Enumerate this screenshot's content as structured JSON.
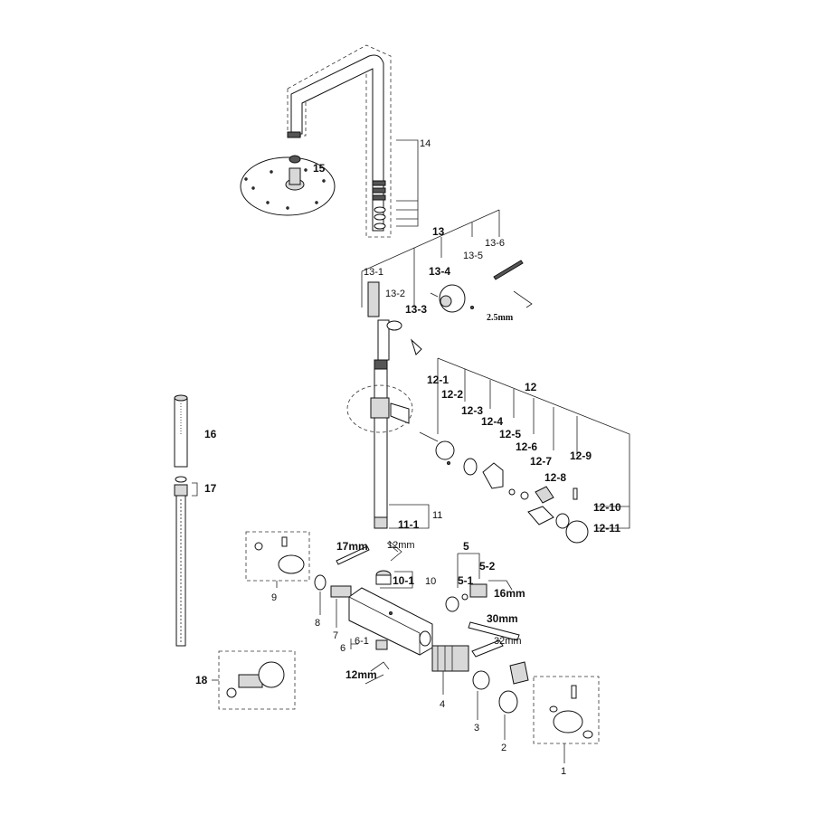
{
  "labels": {
    "l14": "14",
    "l15": "15",
    "l13": "13",
    "l13_1": "13-1",
    "l13_2": "13-2",
    "l13_3": "13-3",
    "l13_4": "13-4",
    "l13_5": "13-5",
    "l13_6": "13-6",
    "l2_5mm": "2.5mm",
    "l12": "12",
    "l12_1": "12-1",
    "l12_2": "12-2",
    "l12_3": "12-3",
    "l12_4": "12-4",
    "l12_5": "12-5",
    "l12_6": "12-6",
    "l12_7": "12-7",
    "l12_8": "12-8",
    "l12_9": "12-9",
    "l12_10": "12-10",
    "l12_11": "12-11",
    "l16": "16",
    "l17": "17",
    "l11": "11",
    "l11_1": "11-1",
    "l9": "9",
    "l17mm": "17mm",
    "l12mm_a": "12mm",
    "l10": "10",
    "l10_1": "10-1",
    "l5": "5",
    "l5_1": "5-1",
    "l5_2": "5-2",
    "l16mm": "16mm",
    "l30mm": "30mm",
    "l32mm": "32mm",
    "l8": "8",
    "l7": "7",
    "l6": "6",
    "l6_1": "6-1",
    "l12mm_b": "12mm",
    "l18": "18",
    "l4": "4",
    "l3": "3",
    "l2": "2",
    "l1": "1"
  },
  "colors": {
    "line": "#222222",
    "fill_light": "#d8d8d8",
    "fill_dark": "#555555",
    "background": "#ffffff"
  }
}
